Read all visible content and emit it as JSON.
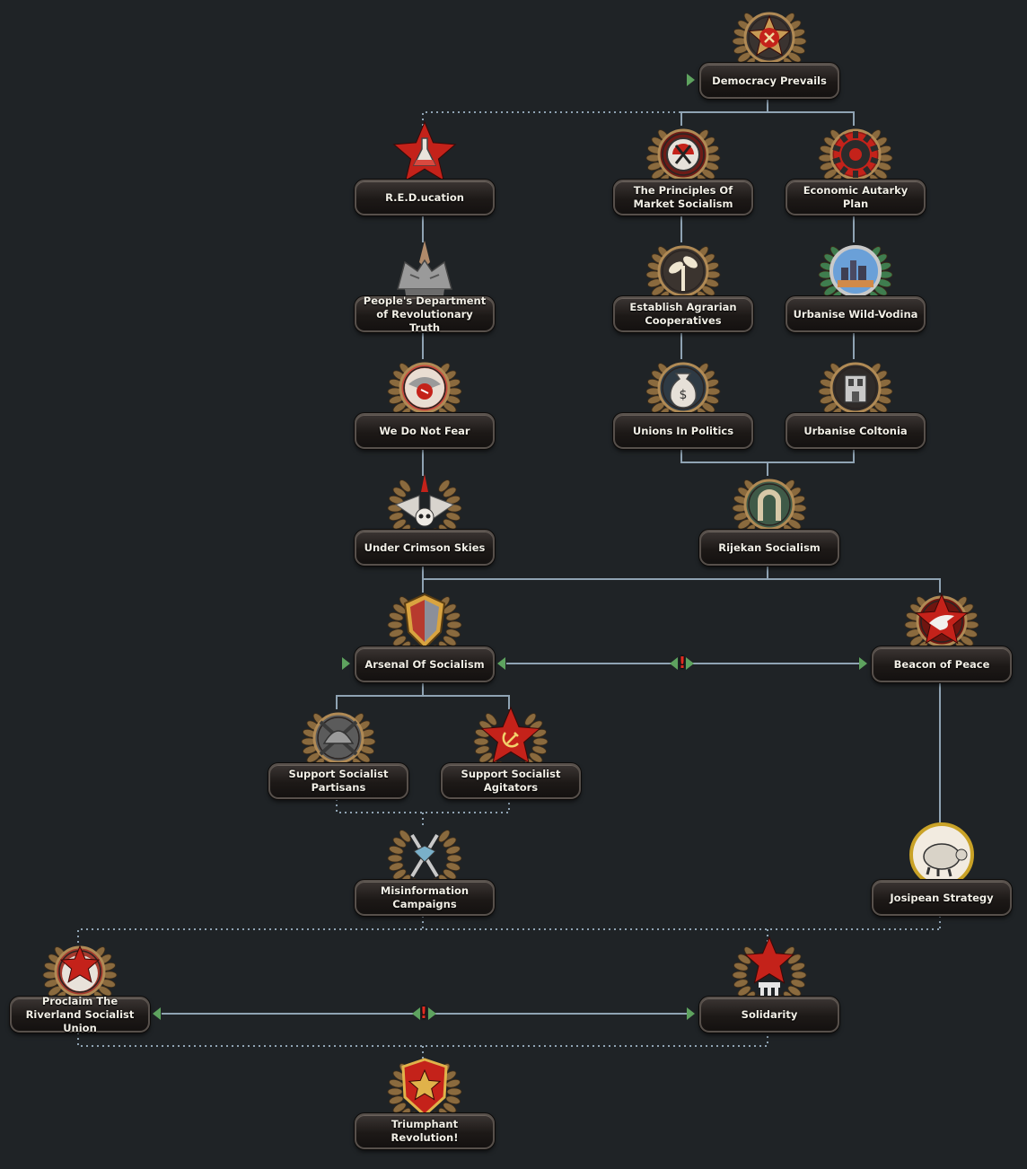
{
  "focus_tree": {
    "focuses": [
      {
        "id": "democracy_prevails",
        "name": "Democracy Prevails",
        "icon": "compass-star-hammer-icon"
      },
      {
        "id": "reducation",
        "name": "R.E.D.ucation",
        "icon": "red-star-flask-icon"
      },
      {
        "id": "principles_market_socialism",
        "name": "The Principles Of Market Socialism",
        "icon": "market-socialism-icon"
      },
      {
        "id": "economic_autarky_plan",
        "name": "Economic Autarky Plan",
        "icon": "red-gear-icon"
      },
      {
        "id": "peoples_department",
        "name": "People's Department of Revolutionary Truth",
        "icon": "steel-fortress-icon"
      },
      {
        "id": "establish_agrarian",
        "name": "Establish Agrarian Cooperatives",
        "icon": "sprout-icon"
      },
      {
        "id": "urbanise_wild_vodina",
        "name": "Urbanise Wild-Vodina",
        "icon": "city-skyline-icon"
      },
      {
        "id": "we_do_not_fear",
        "name": "We Do Not Fear",
        "icon": "griffon-icon"
      },
      {
        "id": "unions_in_politics",
        "name": "Unions In Politics",
        "icon": "money-bag-icon"
      },
      {
        "id": "urbanise_coltonia",
        "name": "Urbanise Coltonia",
        "icon": "factory-building-icon"
      },
      {
        "id": "under_crimson_skies",
        "name": "Under Crimson Skies",
        "icon": "winged-skull-icon"
      },
      {
        "id": "rijekan_socialism",
        "name": "Rijekan Socialism",
        "icon": "horseshoe-icon"
      },
      {
        "id": "arsenal_of_socialism",
        "name": "Arsenal Of Socialism",
        "icon": "shield-icon"
      },
      {
        "id": "beacon_of_peace",
        "name": "Beacon of Peace",
        "icon": "dove-star-icon"
      },
      {
        "id": "support_socialist_partisans",
        "name": "Support Socialist Partisans",
        "icon": "crossed-rifles-helmet-icon"
      },
      {
        "id": "support_socialist_agitators",
        "name": "Support Socialist Agitators",
        "icon": "hammer-sickle-star-icon"
      },
      {
        "id": "misinformation_campaigns",
        "name": "Misinformation Campaigns",
        "icon": "crossed-swords-icon"
      },
      {
        "id": "josipean_strategy",
        "name": "Josipean Strategy",
        "icon": "tortoise-icon"
      },
      {
        "id": "proclaim_riverland",
        "name": "Proclaim The Riverland Socialist Union",
        "icon": "red-star-globe-icon"
      },
      {
        "id": "solidarity",
        "name": "Solidarity",
        "icon": "star-monument-icon"
      },
      {
        "id": "triumphant_revolution",
        "name": "Triumphant Revolution!",
        "icon": "red-star-crest-icon"
      }
    ],
    "mutual_exclusions": [
      {
        "a": "arsenal_of_socialism",
        "b": "beacon_of_peace",
        "icon": "exclusive-warning-icon",
        "glyph": "!"
      },
      {
        "a": "proclaim_riverland",
        "b": "solidarity",
        "icon": "exclusive-warning-icon",
        "glyph": "!"
      }
    ],
    "available_marker_icon": "available-triangle-icon",
    "colors": {
      "background": "#1f2326",
      "link": "#8fa3b3",
      "available_marker": "#5ea35f",
      "exclusive_warning": "#e02c22",
      "red_emblem": "#c4221a",
      "gold_frame": "#b08a55"
    }
  }
}
